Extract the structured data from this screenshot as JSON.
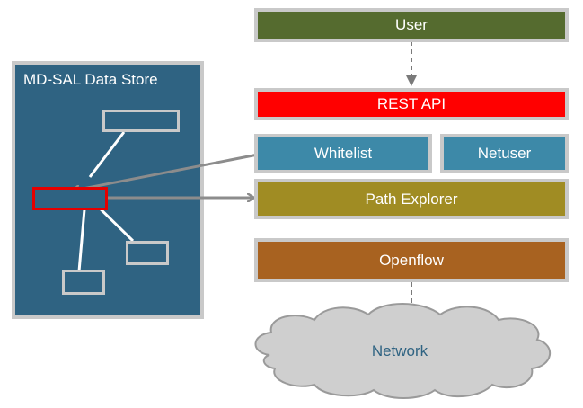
{
  "colors": {
    "user": "#556b2f",
    "rest_api": "#ff0000",
    "whitelist": "#3d89a8",
    "netuser": "#3d89a8",
    "path_explorer": "#a08c23",
    "openflow": "#a86220",
    "datastore": "#2f6382",
    "cloud": "#cfcfcf",
    "arrow": "#8c8c8c"
  },
  "datastore": {
    "title": "MD-SAL Data Store"
  },
  "layers": {
    "user": "User",
    "rest_api": "REST API",
    "whitelist": "Whitelist",
    "netuser": "Netuser",
    "path_explorer": "Path Explorer",
    "openflow": "Openflow"
  },
  "network": {
    "label": "Network"
  }
}
